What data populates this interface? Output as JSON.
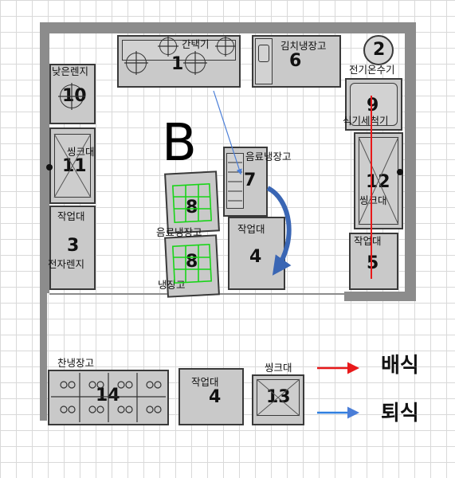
{
  "zone_label": "B",
  "equipment": {
    "e1": {
      "number": "1",
      "label": "간택기"
    },
    "e2": {
      "number": "2",
      "label": "전기온수기"
    },
    "e3": {
      "number": "3",
      "label_top": "작업대",
      "label_bottom": "전자렌지"
    },
    "e4a": {
      "number": "4",
      "label": "작업대"
    },
    "e4b": {
      "number": "4",
      "label": "작업대"
    },
    "e5": {
      "number": "5",
      "label": "작업대"
    },
    "e6": {
      "number": "6",
      "label": "김치냉장고"
    },
    "e7": {
      "number": "7",
      "label": "음료냉장고"
    },
    "e8": {
      "number_top": "8",
      "number_bottom": "8",
      "label_top": "음료냉장고",
      "label_bottom": "냉장고"
    },
    "e9": {
      "number": "9",
      "label": "식기세척기"
    },
    "e10": {
      "number": "10",
      "label": "낮은렌지"
    },
    "e11": {
      "number": "11",
      "label": "씽크대"
    },
    "e12": {
      "number": "12",
      "label": "씽크대"
    },
    "e13": {
      "number": "13",
      "label": "씽크대"
    },
    "e14": {
      "number": "14",
      "label": "찬냉장고"
    }
  },
  "legend": [
    {
      "label": "배식",
      "color": "#e8191a"
    },
    {
      "label": "퇴식",
      "color": "#2f7fe0"
    }
  ],
  "colors": {
    "serving_line": "#e8191a",
    "return_line": "#4a7ed8",
    "curve_arrow": "#3a66b4",
    "green_grid": "#19d419"
  }
}
